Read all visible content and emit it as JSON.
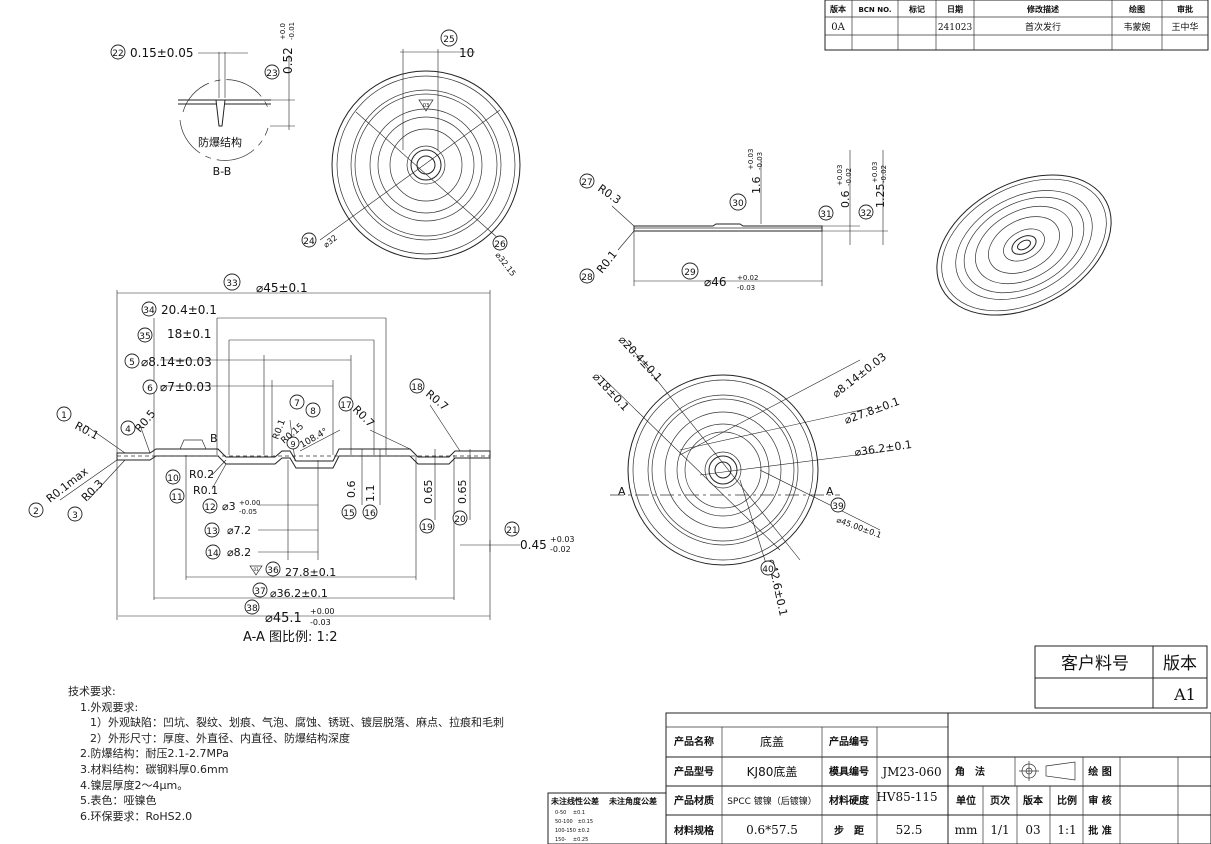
{
  "revision_table": {
    "headers": [
      "版本",
      "BCN NO.",
      "标记",
      "日期",
      "修改描述",
      "绘图",
      "审批"
    ],
    "row": [
      "0A",
      "",
      "",
      "241023",
      "首次发行",
      "韦蒙婉",
      "王中华"
    ]
  },
  "customer_box": {
    "label": "客户料号",
    "version_label": "版本",
    "version": "A1"
  },
  "title_block": {
    "product_name_label": "产品名称",
    "product_name": "底盖",
    "product_no_label": "产品编号",
    "product_no": "",
    "model_label": "产品型号",
    "model": "KJ80底盖",
    "mold_no_label": "模具编号",
    "mold_no": "JM23-060",
    "material_label": "产品材质",
    "material": "SPCC 镀镍（后镀镍）",
    "hardness_label": "材料硬度",
    "hardness": "HV85-115",
    "spec_label": "材料规格",
    "spec": "0.6*57.5",
    "pitch_label": "步　距",
    "pitch": "52.5",
    "angle_label": "角　法",
    "drawing_label": "绘 图",
    "review_label": "审 核",
    "approve_label": "批 准",
    "unit_label": "单位",
    "unit": "mm",
    "page_label": "页次",
    "page": "1/1",
    "edition_label": "版本",
    "edition": "03",
    "scale_label": "比例",
    "scale": "1:1"
  },
  "tolerance_table": {
    "header1": "未注线性公差",
    "header2": "未注角度公差",
    "rows": [
      "0-50　 ±0.1",
      "50-100　±0.15",
      "100-150 ±0.2",
      "150-　 ±0.25"
    ]
  },
  "notes": {
    "title": "技术要求:",
    "lines": [
      "1.外观要求:",
      "1）外观缺陷：凹坑、裂纹、划痕、气泡、腐蚀、锈斑、镀层脱落、麻点、拉痕和毛刺",
      "2）外形尺寸：厚度、外直径、内直径、防爆结构深度",
      "2.防爆结构：耐压2.1-2.7MPa",
      "3.材料结构：碳钢料厚0.6mm",
      "4.镍层厚度2～4μm。",
      "5.表色：哑镍色",
      "6.环保要求：RoHS2.0"
    ]
  },
  "views": {
    "detail_bb": {
      "caption": "B-B",
      "label": "防爆结构",
      "dim_width": "0.15±0.05",
      "dim_depth": "0.52",
      "dim_depth_tol_upper": "+0.0",
      "dim_depth_tol_lower": "-0.01",
      "balloons": [
        "22",
        "23"
      ]
    },
    "top_view": {
      "dim_10": "10",
      "dim_d32": "⌀32",
      "dim_d32_15": "⌀32.15",
      "mark": "03",
      "balloons": [
        "25",
        "24",
        "26"
      ]
    },
    "side_view": {
      "r03": "R0.3",
      "r01": "R0.1",
      "d46": "⌀46",
      "d46_tol_upper": "+0.02",
      "d46_tol_lower": "-0.03",
      "h16": "1.6",
      "h16_tol_upper": "+0.03",
      "h16_tol_lower": "-0.03",
      "h06": "0.6",
      "h06_tol_upper": "+0.03",
      "h06_tol_lower": "-0.02",
      "h125": "1.25",
      "h125_tol_upper": "+0.03",
      "h125_tol_lower": "-0.02",
      "balloons": [
        "27",
        "28",
        "29",
        "30",
        "31",
        "32"
      ]
    },
    "section_aa": {
      "caption": "A-A  图比例:  1:2",
      "d45": "⌀45±0.1",
      "d20_4": "20.4±0.1",
      "d18": "18±0.1",
      "d8_14": "⌀8.14±0.03",
      "d7": "⌀7±0.03",
      "r01": "R0.1",
      "r05": "R0.5",
      "r01max": "R0.1max",
      "r03": "R0.3",
      "r07": "R0.7",
      "r02": "R0.2",
      "r01b": "R0.1",
      "r01c": "R0.1",
      "r015": "R0.15",
      "angle": "108.4°",
      "b": "B",
      "d3": "⌀3",
      "d3_tol_upper": "+0.00",
      "d3_tol_lower": "-0.05",
      "d7_2": "⌀7.2",
      "d8_2": "⌀8.2",
      "d27_8": "27.8±0.1",
      "d36_2": "⌀36.2±0.1",
      "d45_1": "⌀45.1",
      "d45_1_tol_upper": "+0.00",
      "d45_1_tol_lower": "-0.03",
      "h06": "0.6",
      "h11": "1.1",
      "h065a": "0.65",
      "h065b": "0.65",
      "h045": "0.45",
      "h045_tol_upper": "+0.03",
      "h045_tol_lower": "-0.02",
      "mark": "03",
      "balloons": [
        "1",
        "2",
        "3",
        "4",
        "5",
        "6",
        "7",
        "8",
        "9",
        "10",
        "11",
        "12",
        "13",
        "14",
        "15",
        "16",
        "17",
        "18",
        "19",
        "20",
        "21",
        "33",
        "34",
        "35",
        "36",
        "37",
        "38"
      ]
    },
    "front_view": {
      "d20_4": "⌀20.4±0.1",
      "d18": "⌀18±0.1",
      "d8_14": "⌀8.14±0.03",
      "d27_8": "⌀27.8±0.1",
      "d36_2": "⌀36.2±0.1",
      "d45": "⌀45.00±0.1",
      "d42_6": "⌀42.6±0.1",
      "a_left": "A",
      "a_right": "A",
      "balloons": [
        "39",
        "40"
      ]
    }
  }
}
